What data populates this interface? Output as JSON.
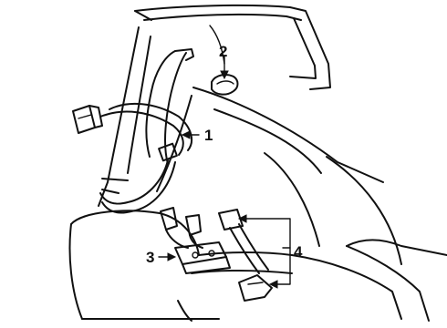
{
  "diagram": {
    "callouts": [
      {
        "id": "callout-1",
        "label": "1"
      },
      {
        "id": "callout-2",
        "label": "2"
      },
      {
        "id": "callout-3",
        "label": "3"
      },
      {
        "id": "callout-4",
        "label": "4"
      }
    ],
    "ink_color": "#111111",
    "background_color": "#ffffff"
  }
}
